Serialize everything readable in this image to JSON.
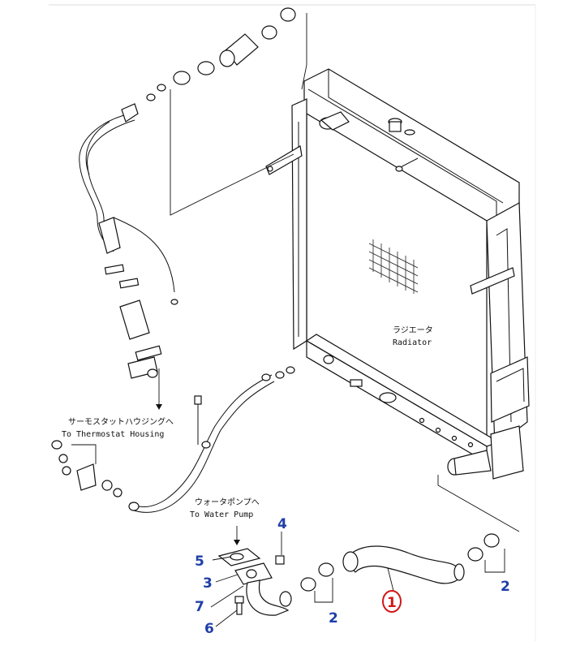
{
  "labels": {
    "radiator_jp": "ラジエータ",
    "radiator_en": "Radiator",
    "thermostat_jp": "サーモスタットハウジングへ",
    "thermostat_en": "To Thermostat Housing",
    "waterpump_jp": "ウォータポンプへ",
    "waterpump_en": "To Water Pump"
  },
  "callouts": {
    "c1": "1",
    "c2a": "2",
    "c2b": "2",
    "c3": "3",
    "c4": "4",
    "c5": "5",
    "c6": "6",
    "c7": "7"
  },
  "colors": {
    "callout_blue": "#1f3fa8",
    "callout_red": "#d01818",
    "line": "#111111"
  }
}
